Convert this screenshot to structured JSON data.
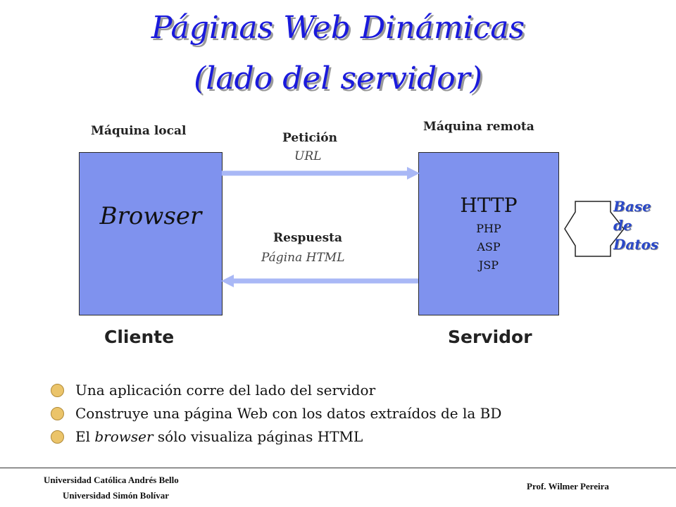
{
  "title": {
    "line1": "Páginas Web Dinámicas",
    "line2": "(lado del servidor)"
  },
  "local_machine": {
    "label": "Máquina local",
    "box_text": "Browser",
    "caption": "Cliente"
  },
  "remote_machine": {
    "label": "Máquina remota",
    "box_title": "HTTP",
    "box_items": [
      "PHP",
      "ASP",
      "JSP"
    ],
    "caption": "Servidor"
  },
  "request": {
    "label": "Petición",
    "sublabel": "URL"
  },
  "response": {
    "label": "Respuesta",
    "sublabel": "Página HTML"
  },
  "database": {
    "lines": [
      "Base",
      "de",
      "Datos"
    ]
  },
  "bullets": {
    "item1": "Una aplicación corre del lado del servidor",
    "item2": "Construye una página Web con los datos extraídos de la BD",
    "item3_prefix": "El ",
    "item3_italic": "browser",
    "item3_suffix": " sólo visualiza páginas HTML"
  },
  "footer": {
    "university1": "Universidad Católica Andrés Bello",
    "university2": "Universidad Simón Bolívar",
    "author": "Prof. Wilmer Pereira"
  },
  "colors": {
    "title": "#1a1adc",
    "box_fill": "#7f92ee",
    "arrow": "#a9b8f6",
    "bullet": "#ebc46a",
    "db_label": "#2a48c8"
  }
}
